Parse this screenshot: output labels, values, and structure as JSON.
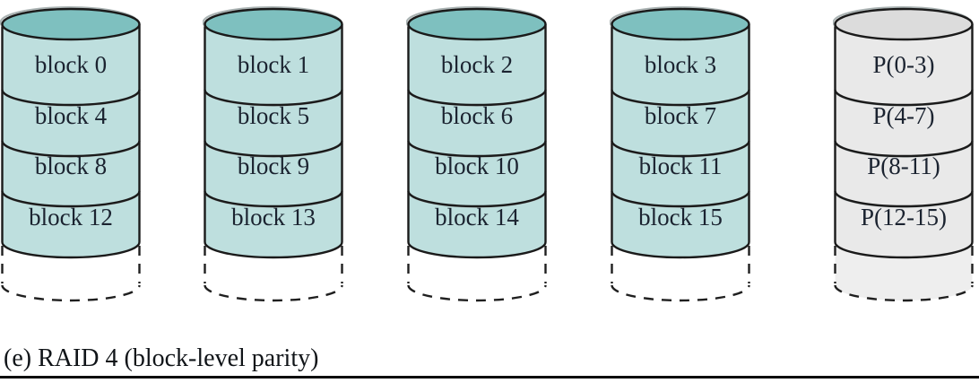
{
  "figure": {
    "caption": "(e) RAID 4 (block-level parity)"
  },
  "colors": {
    "data_disk_top": "#7ec0bf",
    "data_disk_body": "#bedfde",
    "data_disk_continuation": "#ffffff",
    "parity_disk_top": "#dcdcdc",
    "parity_disk_body": "#e9e9e9",
    "parity_disk_continuation": "#eeeeee",
    "outline": "#1a1a1a",
    "label_text": "#1b2330"
  },
  "disks": [
    {
      "name": "disk-0",
      "type": "data",
      "rows": [
        "block 0",
        "block 4",
        "block 8",
        "block 12"
      ]
    },
    {
      "name": "disk-1",
      "type": "data",
      "rows": [
        "block 1",
        "block 5",
        "block 9",
        "block 13"
      ]
    },
    {
      "name": "disk-2",
      "type": "data",
      "rows": [
        "block 2",
        "block 6",
        "block 10",
        "block 14"
      ]
    },
    {
      "name": "disk-3",
      "type": "data",
      "rows": [
        "block 3",
        "block 7",
        "block 11",
        "block 15"
      ]
    },
    {
      "name": "disk-parity",
      "type": "parity",
      "rows": [
        "P(0-3)",
        "P(4-7)",
        "P(8-11)",
        "P(12-15)"
      ]
    }
  ]
}
